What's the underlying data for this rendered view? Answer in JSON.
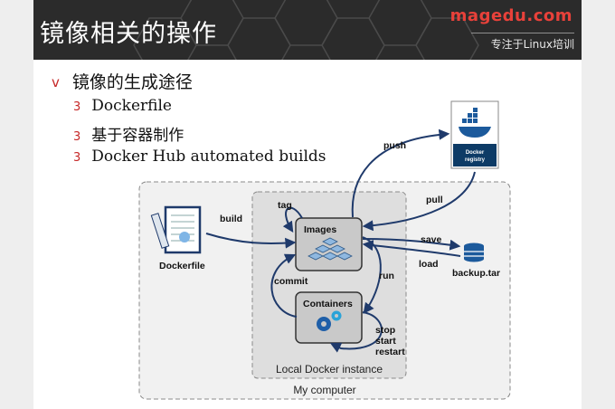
{
  "header": {
    "title": "镜像相关的操作",
    "brand": "magedu.com",
    "brand_sub": "专注于Linux培训"
  },
  "content": {
    "main_bullet": "镜像的生成途径",
    "main_marker": "v",
    "sub_marker": "3",
    "sub_items": [
      "Dockerfile",
      "基于容器制作",
      "Docker Hub automated builds"
    ]
  },
  "diagram": {
    "push": "push",
    "pull": "pull",
    "tag": "tag",
    "build": "build",
    "images": "Images",
    "containers": "Containers",
    "commit": "commit",
    "run": "run",
    "save": "save",
    "load": "load",
    "backup": "backup.tar",
    "dockerfile": "Dockerfile",
    "stop": "stop",
    "start": "start",
    "restart": "restart",
    "registry_line1": "Docker",
    "registry_line2": "registry",
    "local": "Local Docker instance",
    "computer": "My computer"
  },
  "colors": {
    "header_bg": "#2b2b2b",
    "accent_red": "#e8413a",
    "arrow": "#1f3a6b",
    "docker_blue": "#1c5a9c"
  }
}
